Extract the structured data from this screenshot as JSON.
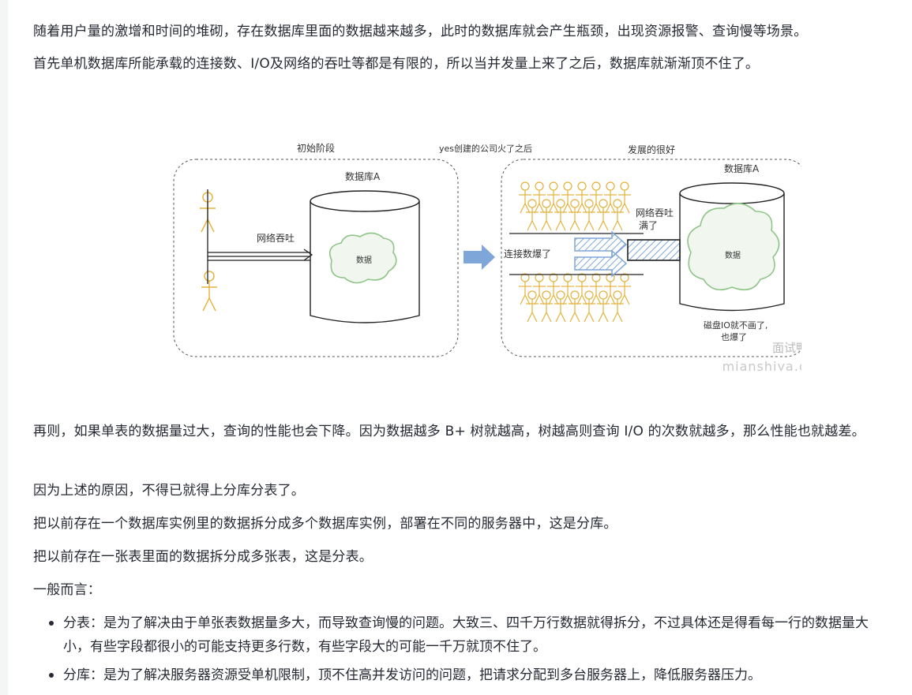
{
  "paragraphs": {
    "p1": "随着用户量的激增和时间的堆砌，存在数据库里面的数据越来越多，此时的数据库就会产生瓶颈，出现资源报警、查询慢等场景。",
    "p2": "首先单机数据库所能承载的连接数、I/O及网络的吞吐等都是有限的，所以当并发量上来了之后，数据库就渐渐顶不住了。",
    "p3": "再则，如果单表的数据量过大，查询的性能也会下降。因为数据越多 B+ 树就越高，树越高则查询 I/O 的次数就越多，那么性能也就越差。",
    "p4": "因为上述的原因，不得已就得上分库分表了。",
    "p5": "把以前存在一个数据库实例里的数据拆分成多个数据库实例，部署在不同的服务器中，这是分库。",
    "p6": "把以前存在一张表里面的数据拆分成多张表，这是分表。",
    "p7": "一般而言："
  },
  "list": [
    "分表：是为了解决由于单张表数据量多大，而导致查询慢的问题。大致三、四千万行数据就得拆分，不过具体还是得看每一行的数据量大小，有些字段都很小的可能支持更多行数，有些字段大的可能一千万就顶不住了。",
    "分库：是为了解决服务器资源受单机限制，顶不住高并发访问的问题，把请求分配到多台服务器上，降低服务器压力。"
  ],
  "figure": {
    "left_title": "初始阶段",
    "middle_caption": "yes创建的公司火了之后",
    "right_title": "发展的很好",
    "db_label_left": "数据库A",
    "db_label_right": "数据库A",
    "network_label": "网络吞吐",
    "data_label_left": "数据",
    "data_label_right": "数据",
    "net_full_line1": "网络吞吐",
    "net_full_line2": "满了",
    "conn_full": "连接数爆了",
    "disk_line1": "磁盘IO就不画了,",
    "disk_line2": "也爆了",
    "watermark_cn": "面试鸭",
    "watermark_en": "mianshiya.com"
  },
  "colors": {
    "person_stroke": "#e2b23a",
    "cloud_stroke": "#8fc487",
    "arrow_fill": "#7ea6d8",
    "dashed_border": "#555555"
  }
}
